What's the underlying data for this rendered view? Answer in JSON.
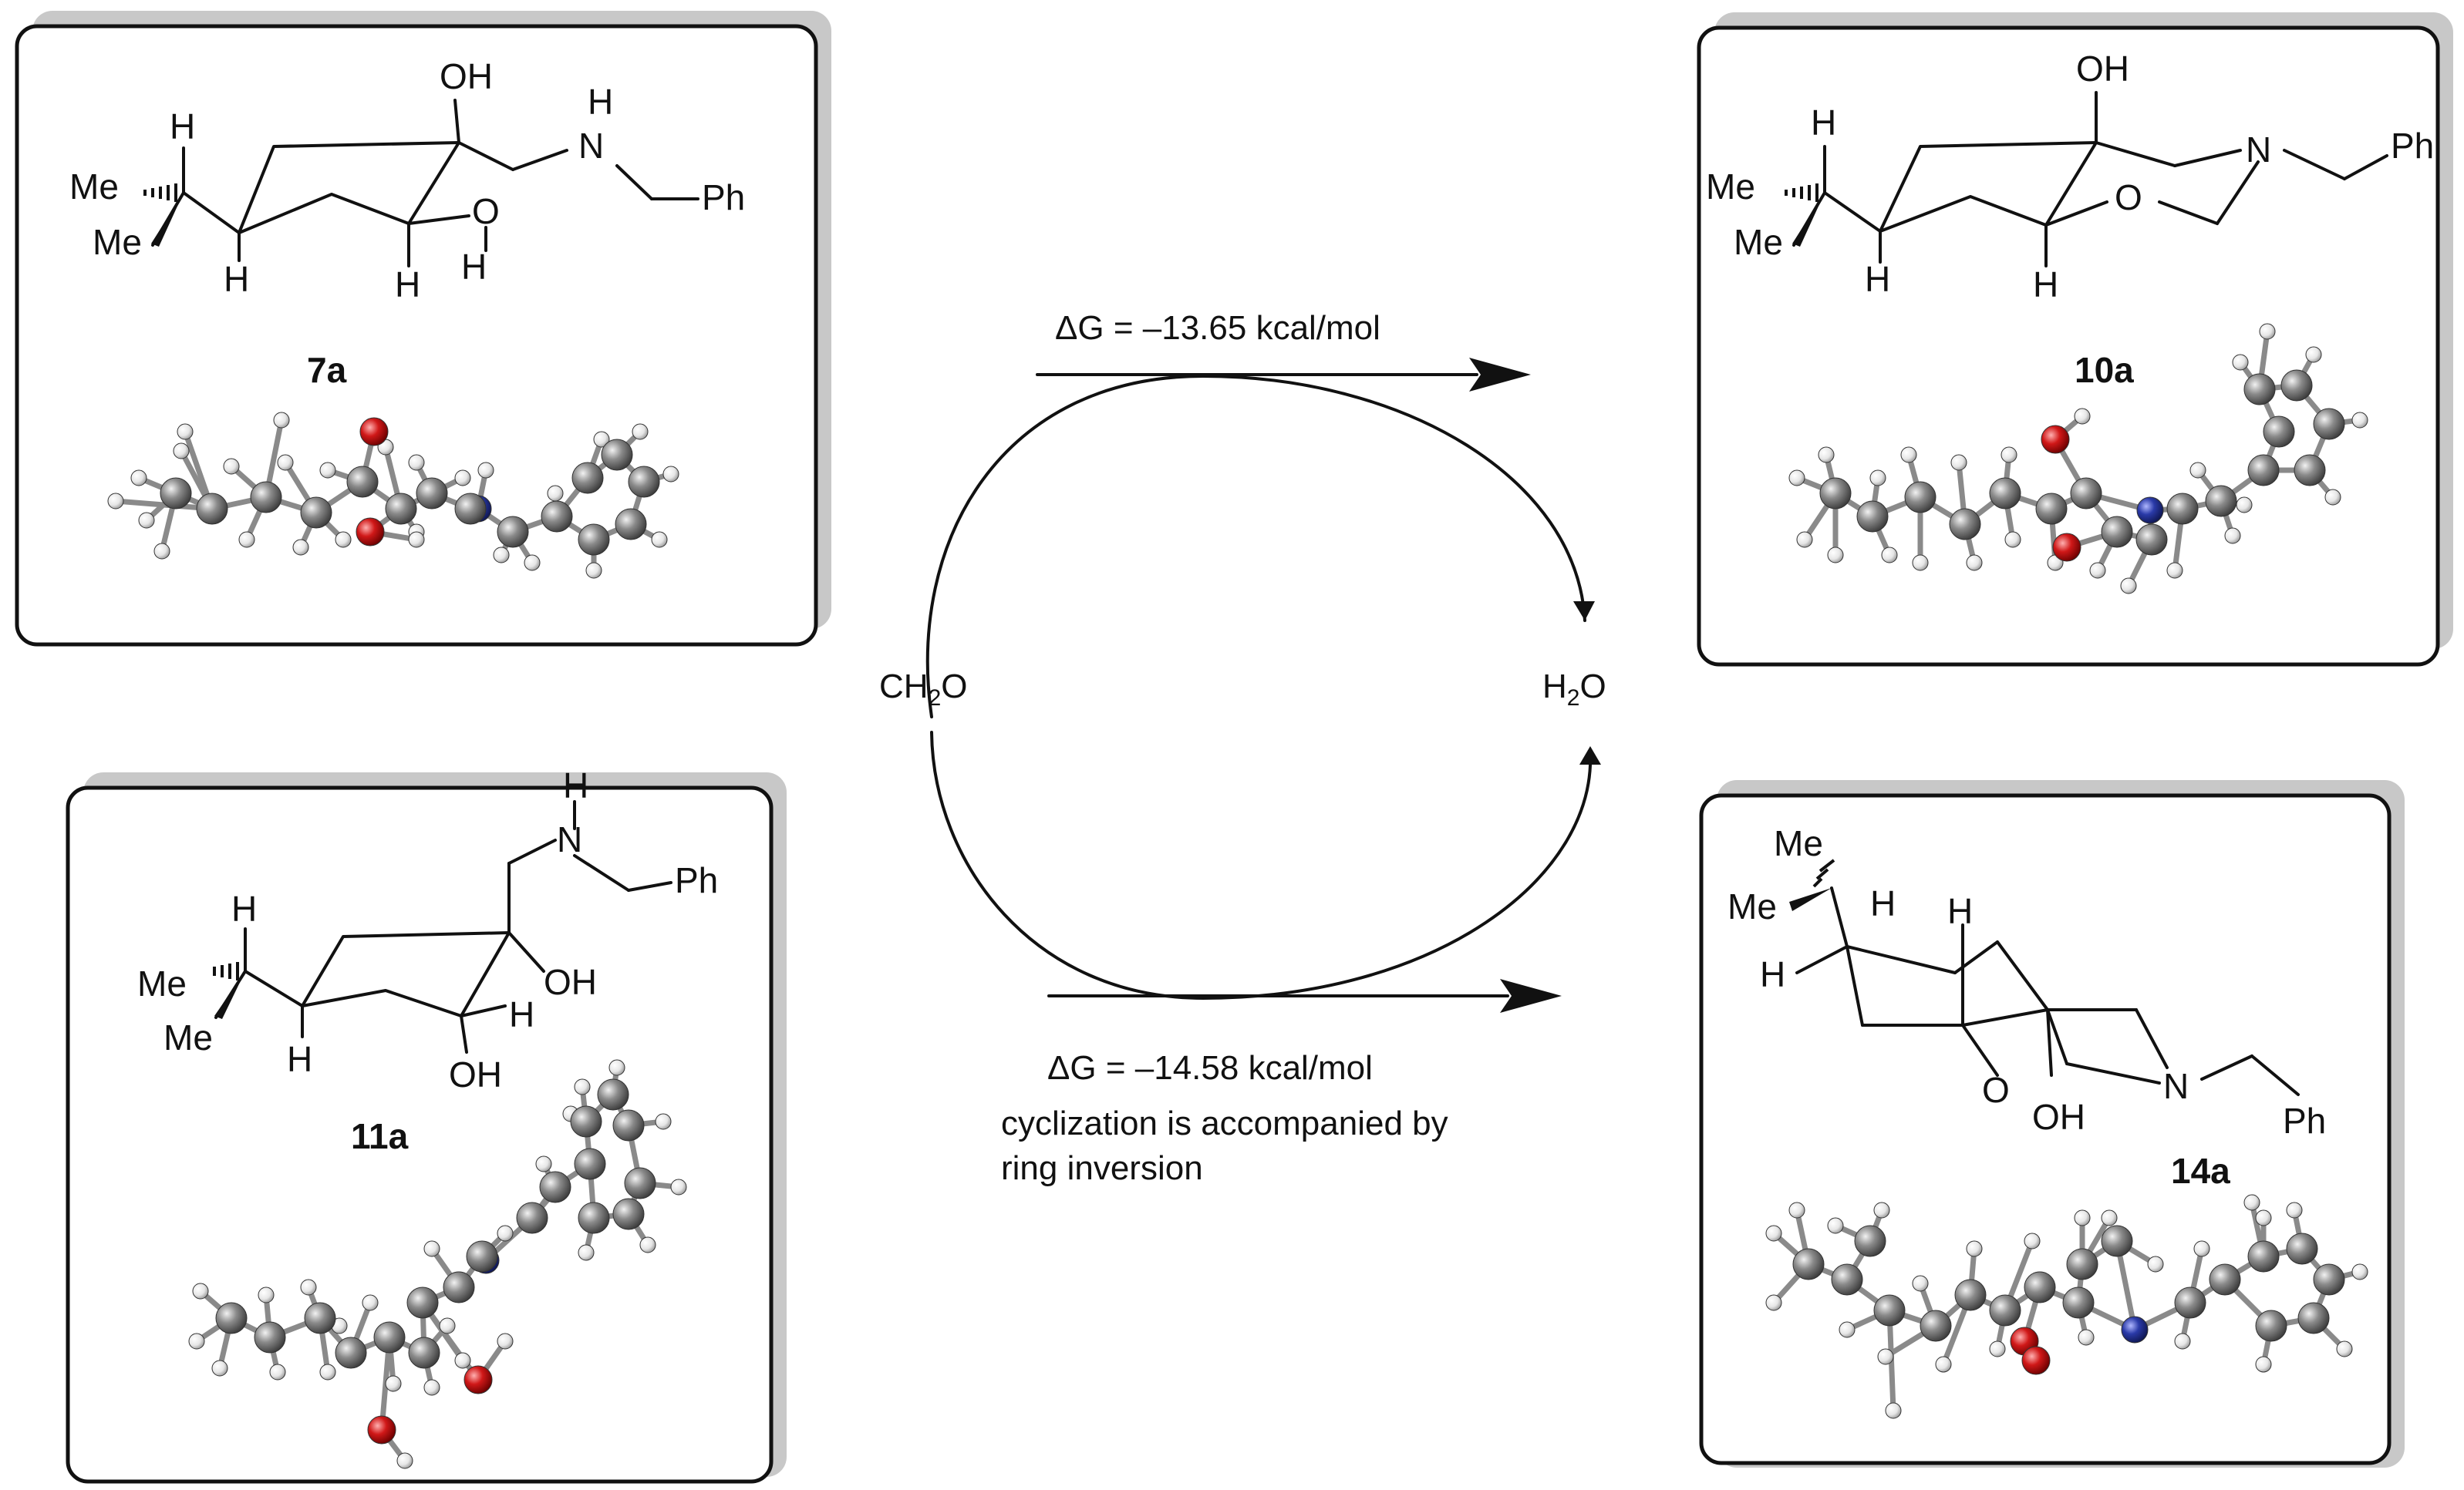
{
  "reagents": {
    "left": "CH2O",
    "right": "H2O"
  },
  "reactions": {
    "top": {
      "energy": "ΔG =  –13.65 kcal/mol"
    },
    "bottom": {
      "energy": "ΔG =  –14.58 kcal/mol",
      "note_line1": "cyclization is accompanied by",
      "note_line2": "ring inversion"
    }
  },
  "compounds": {
    "c7a": {
      "id": "7a",
      "labels": {
        "oh": "OH",
        "nh_n": "N",
        "nh_h": "H",
        "ph": "Ph",
        "me1": "Me",
        "me2": "Me",
        "h1": "H",
        "h2": "H",
        "h3": "H",
        "o": "O",
        "oh_h": "H"
      }
    },
    "c10a": {
      "id": "10a",
      "labels": {
        "oh": "OH",
        "n": "N",
        "ph": "Ph",
        "o": "O",
        "me1": "Me",
        "me2": "Me",
        "h1": "H",
        "h2": "H",
        "h3": "H"
      }
    },
    "c11a": {
      "id": "11a",
      "labels": {
        "nh_h": "H",
        "nh_n": "N",
        "ph": "Ph",
        "oh1": "OH",
        "oh2": "OH",
        "h_ring": "H",
        "me1": "Me",
        "me2": "Me",
        "h1": "H",
        "h2": "H"
      }
    },
    "c14a": {
      "id": "14a",
      "labels": {
        "me_top": "Me",
        "me2": "Me",
        "h_top": "H",
        "h_left": "H",
        "h_ring": "H",
        "o": "O",
        "oh": "OH",
        "n": "N",
        "ph": "Ph"
      }
    }
  },
  "colors": {
    "carbon": "#8a8a8a",
    "hydrogen": "#e6e6e6",
    "oxygen": "#d01818",
    "nitrogen": "#2a3aa8",
    "shadow": "#c8c8c8"
  }
}
